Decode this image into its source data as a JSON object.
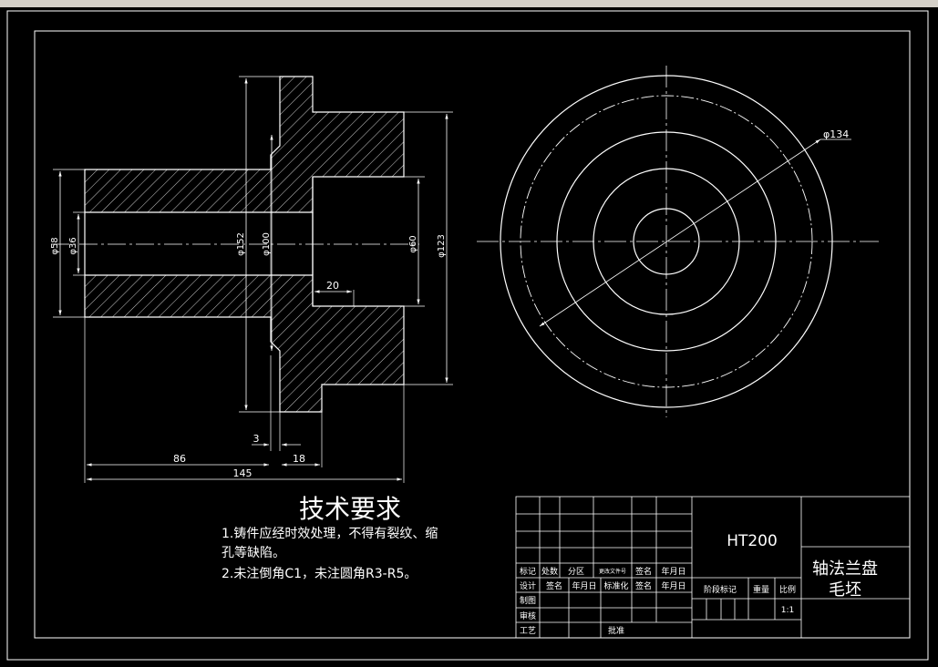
{
  "tech_requirements": {
    "title": "技术要求",
    "line1": "1.铸件应经时效处理，不得有裂纹、缩",
    "line2": "孔等缺陷。",
    "line3": "2.未注倒角C1，未注圆角R3-R5。"
  },
  "dimensions": {
    "d58": "φ58",
    "d36": "φ36",
    "d152": "φ152",
    "d100": "φ100",
    "d60": "φ60",
    "d123": "φ123",
    "d134": "φ134",
    "len20": "20",
    "len3": "3",
    "len86": "86",
    "len18": "18",
    "len145": "145"
  },
  "title_block": {
    "material": "HT200",
    "part_name_line1": "轴法兰盘",
    "part_name_line2": "毛坯",
    "row_mark": [
      "标记",
      "处数",
      "分区",
      "更改文件号",
      "签名",
      "年月日"
    ],
    "row_design": [
      "设计",
      "签名",
      "年月日",
      "标准化",
      "签名",
      "年月日"
    ],
    "drawn": "制图",
    "checked": "审核",
    "process": "工艺",
    "approved": "批准",
    "stage_mark": "阶段标记",
    "weight": "重量",
    "scale": "比例",
    "scale_value": "1:1"
  },
  "colors": {
    "background": "#000000",
    "lines": "#ffffff",
    "chrome": "#d4d0c8"
  }
}
